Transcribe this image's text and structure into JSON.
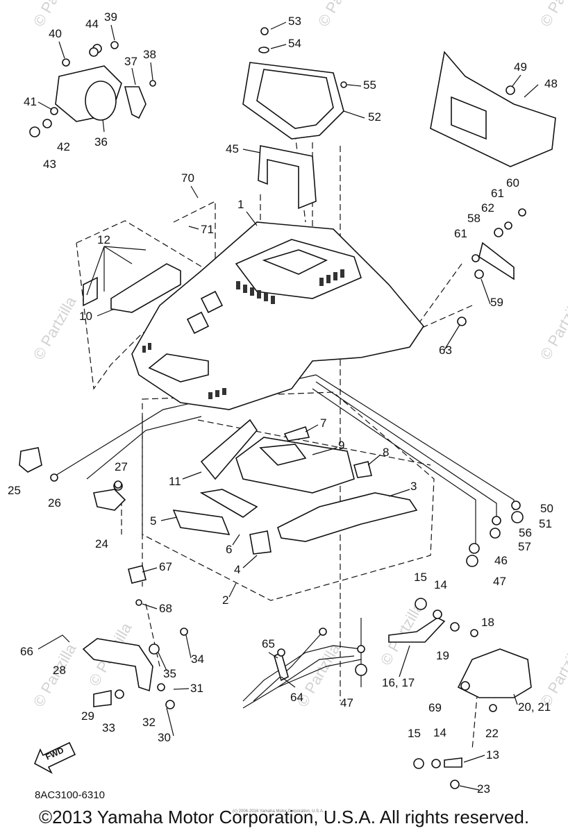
{
  "footer": "©2013 Yamaha Motor Corporation, U.S.A. All rights reserved.",
  "diagram_code": "8AC3100-6310",
  "fwd_label": "FWD",
  "watermark_text": "© Partzilla",
  "center_watermark": "© Partzilla.com",
  "small_copyright": "(c) 2006-2016 Yamaha Motor Corporation, U.S.A.",
  "part_labels": [
    "1",
    "2",
    "3",
    "4",
    "5",
    "6",
    "7",
    "8",
    "9",
    "10",
    "11",
    "12",
    "13",
    "14",
    "14",
    "15",
    "15",
    "16, 17",
    "18",
    "19",
    "20, 21",
    "22",
    "23",
    "24",
    "25",
    "26",
    "27",
    "28",
    "29",
    "30",
    "31",
    "32",
    "33",
    "34",
    "35",
    "36",
    "37",
    "38",
    "39",
    "40",
    "41",
    "42",
    "43",
    "44",
    "45",
    "46",
    "47",
    "47",
    "48",
    "49",
    "50",
    "51",
    "52",
    "53",
    "54",
    "55",
    "56",
    "57",
    "58",
    "59",
    "60",
    "61",
    "61",
    "62",
    "63",
    "64",
    "65",
    "66",
    "67",
    "68",
    "69",
    "70",
    "71"
  ]
}
